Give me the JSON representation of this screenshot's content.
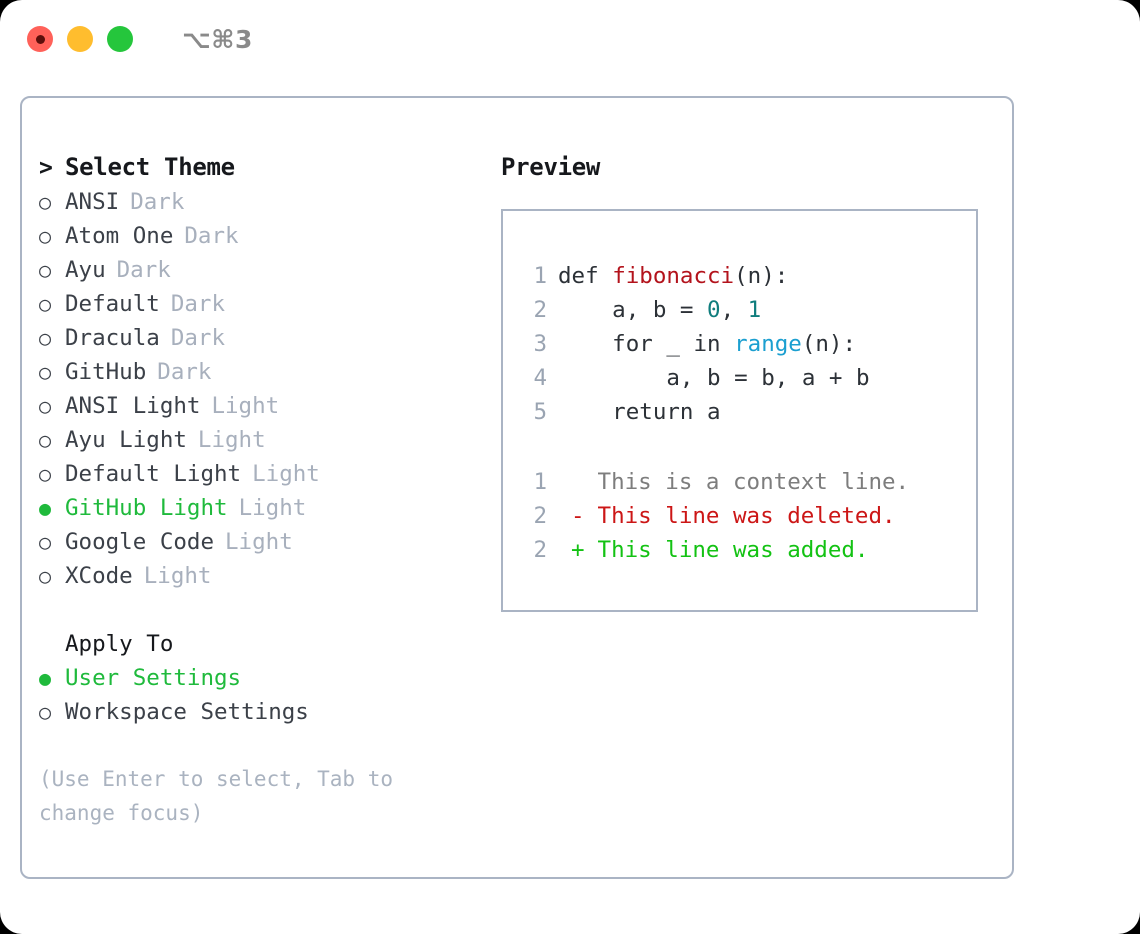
{
  "window": {
    "shortcut": "⌥⌘3",
    "traffic_lights": [
      "close-dot",
      "minimize-dot",
      "zoom-dot"
    ],
    "colors": {
      "close": "#ff6159",
      "minimize": "#ffbd2e",
      "zoom": "#25c63c",
      "accent_green": "#1fba3c",
      "panel_border": "#aab4c4",
      "muted": "#a8b0bd"
    }
  },
  "theme_list": {
    "header_marker": ">",
    "header": "Select Theme",
    "items": [
      {
        "marker": "○",
        "name": "ANSI",
        "variant": "Dark",
        "selected": false
      },
      {
        "marker": "○",
        "name": "Atom One",
        "variant": "Dark",
        "selected": false
      },
      {
        "marker": "○",
        "name": "Ayu",
        "variant": "Dark",
        "selected": false
      },
      {
        "marker": "○",
        "name": "Default",
        "variant": "Dark",
        "selected": false
      },
      {
        "marker": "○",
        "name": "Dracula",
        "variant": "Dark",
        "selected": false
      },
      {
        "marker": "○",
        "name": "GitHub",
        "variant": "Dark",
        "selected": false
      },
      {
        "marker": "○",
        "name": "ANSI Light",
        "variant": "Light",
        "selected": false
      },
      {
        "marker": "○",
        "name": "Ayu Light",
        "variant": "Light",
        "selected": false
      },
      {
        "marker": "○",
        "name": "Default Light",
        "variant": "Light",
        "selected": false
      },
      {
        "marker": "●",
        "name": "GitHub Light",
        "variant": "Light",
        "selected": true
      },
      {
        "marker": "○",
        "name": "Google Code",
        "variant": "Light",
        "selected": false
      },
      {
        "marker": "○",
        "name": "XCode",
        "variant": "Light",
        "selected": false
      }
    ]
  },
  "apply_to": {
    "header": "Apply To",
    "items": [
      {
        "marker": "●",
        "name": "User Settings",
        "selected": true
      },
      {
        "marker": "○",
        "name": "Workspace Settings",
        "selected": false
      }
    ]
  },
  "hint": "(Use Enter to select, Tab to change focus)",
  "preview": {
    "header": "Preview",
    "code": [
      {
        "lineno": "1",
        "segments": [
          {
            "text": "def ",
            "kind": "plain"
          },
          {
            "text": "fibonacci",
            "kind": "func"
          },
          {
            "text": "(n):",
            "kind": "plain"
          }
        ]
      },
      {
        "lineno": "2",
        "segments": [
          {
            "text": "    a, b = ",
            "kind": "plain"
          },
          {
            "text": "0",
            "kind": "num"
          },
          {
            "text": ", ",
            "kind": "plain"
          },
          {
            "text": "1",
            "kind": "num"
          }
        ]
      },
      {
        "lineno": "3",
        "segments": [
          {
            "text": "    for _ in ",
            "kind": "plain"
          },
          {
            "text": "range",
            "kind": "call"
          },
          {
            "text": "(n):",
            "kind": "plain"
          }
        ]
      },
      {
        "lineno": "4",
        "segments": [
          {
            "text": "        a, b = b, a + b",
            "kind": "plain"
          }
        ]
      },
      {
        "lineno": "5",
        "segments": [
          {
            "text": "    return a",
            "kind": "plain"
          }
        ]
      }
    ],
    "diff": [
      {
        "lineno": "1",
        "sign": " ",
        "text": "This is a context line.",
        "kind": "context"
      },
      {
        "lineno": "2",
        "sign": "-",
        "text": "This line was deleted.",
        "kind": "deleted"
      },
      {
        "lineno": "2",
        "sign": "+",
        "text": "This line was added.",
        "kind": "added"
      }
    ]
  }
}
